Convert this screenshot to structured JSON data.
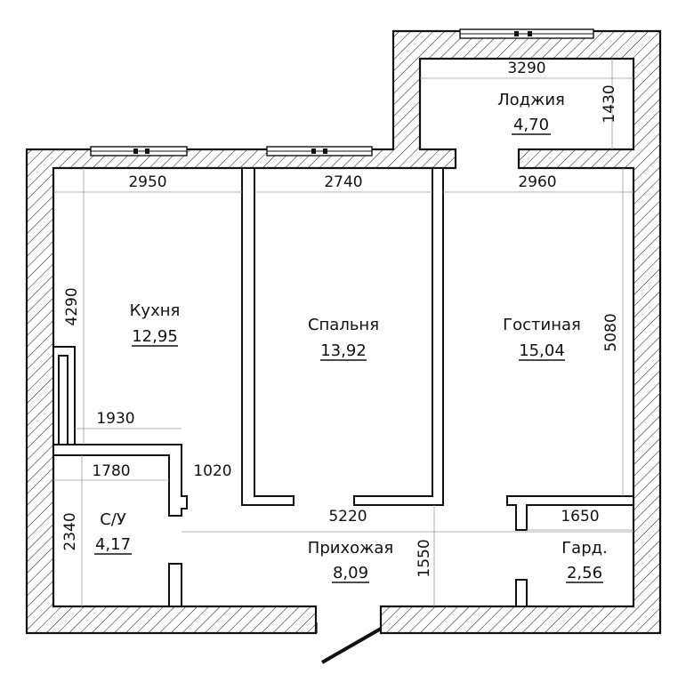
{
  "rooms": {
    "kitchen": {
      "name": "Кухня",
      "area": "12,95"
    },
    "bedroom": {
      "name": "Спальня",
      "area": "13,92"
    },
    "living": {
      "name": "Гостиная",
      "area": "15,04"
    },
    "loggia": {
      "name": "Лоджия",
      "area": "4,70"
    },
    "hallway": {
      "name": "Прихожая",
      "area": "8,09"
    },
    "bathroom": {
      "name": "С/У",
      "area": "4,17"
    },
    "closet": {
      "name": "Гард.",
      "area": "2,56"
    }
  },
  "dimensions": {
    "loggia_width": "3290",
    "loggia_depth": "1430",
    "kitchen_width": "2950",
    "bedroom_width": "2740",
    "living_width": "2960",
    "kitchen_depth": "4290",
    "living_depth": "5080",
    "kitchen_inner": "1930",
    "bath_width": "1780",
    "corridor_gap": "1020",
    "hall_width": "5220",
    "bath_depth": "2340",
    "hall_depth": "1550",
    "closet_width": "1650"
  },
  "colors": {
    "line": "#111111",
    "background": "#ffffff",
    "dimension_line": "#9a9a9a"
  }
}
